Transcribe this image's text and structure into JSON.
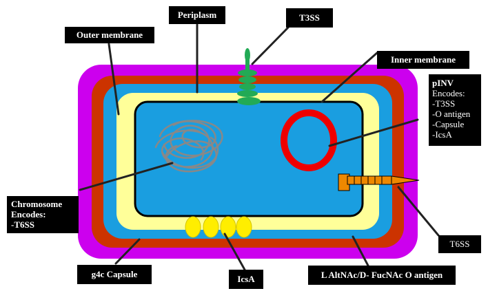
{
  "labels": {
    "outer_membrane": "Outer membrane",
    "periplasm": "Periplasm",
    "t3ss": "T3SS",
    "inner_membrane": "Inner membrane",
    "pinv": {
      "title": "pINV",
      "lines": [
        "Encodes:",
        "-T3SS",
        "-O antigen",
        "-Capsule",
        "-IcsA"
      ]
    },
    "chromosome": {
      "lines": [
        "Chromosome",
        "Encodes:",
        "-T6SS"
      ]
    },
    "t6ss": "T6SS",
    "g4c_capsule": "g4c Capsule",
    "icsa": "IcsA",
    "o_antigen": "L AltNAc/D- FucNAc O antigen"
  },
  "colors": {
    "capsule_layer": "#cc00ee",
    "o_antigen_layer": "#cc3300",
    "outer_membrane_layer": "#1a9ee0",
    "periplasm_layer": "#ffff99",
    "inner_membrane_line": "#000000",
    "cytoplasm": "#1a9ee0",
    "chromosome": "#888888",
    "plasmid_ring": "#ee0000",
    "t3ss": "#22aa55",
    "icsa": "#ffee00",
    "t6ss": "#ee8800",
    "label_bg": "#000000",
    "label_text": "#ffffff"
  }
}
